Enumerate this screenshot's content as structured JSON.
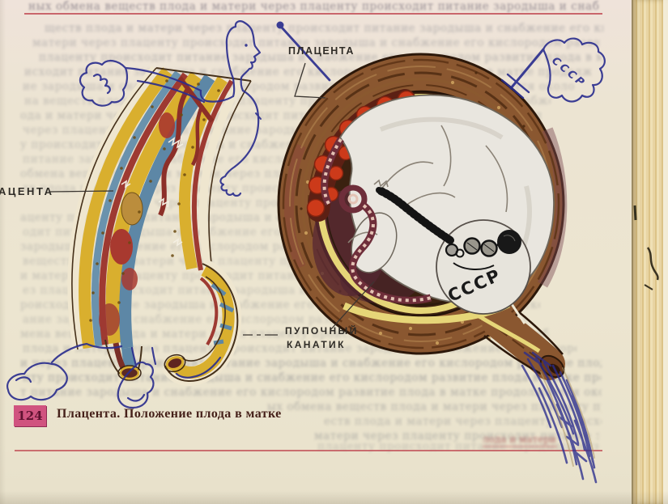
{
  "page": {
    "caption_number": "124",
    "caption_text": "Плацента. Положение плода в матке",
    "labels": {
      "placenta_right": "ПЛАЦЕНТА",
      "placenta_left": "АЦЕНТА",
      "umbilical_line1": "ПУПОЧНЫЙ",
      "umbilical_line2": "КАНАТИК"
    },
    "doodles": {
      "flag_text": "СССР",
      "helmet_text": "СССР",
      "pen_color": "#2b2e8e",
      "ink_color": "#141414"
    },
    "colors": {
      "paper": "#ece4d0",
      "rule": "#c25058",
      "caption_box": "#d0537f",
      "caption_text": "#46211a",
      "label_text": "#2e2b26",
      "uterus_wall": "#8a5730",
      "amnion_yellow": "#e6d678",
      "placenta_red": "#cc3a1a",
      "band_yellow": "#d9af2e",
      "band_blue": "#5d87a6",
      "band_red": "#9e3a32"
    },
    "background_text": {
      "note": "out-of-focus printed Russian paragraph text, illegible in scan",
      "filler": "ных обмена веществ плода и матери через плаценту происходит питание зародыша и снабжение его кислородом развитие плода в матке продолжается около девяти месяцев вещества поступают в кровь матери"
    }
  }
}
